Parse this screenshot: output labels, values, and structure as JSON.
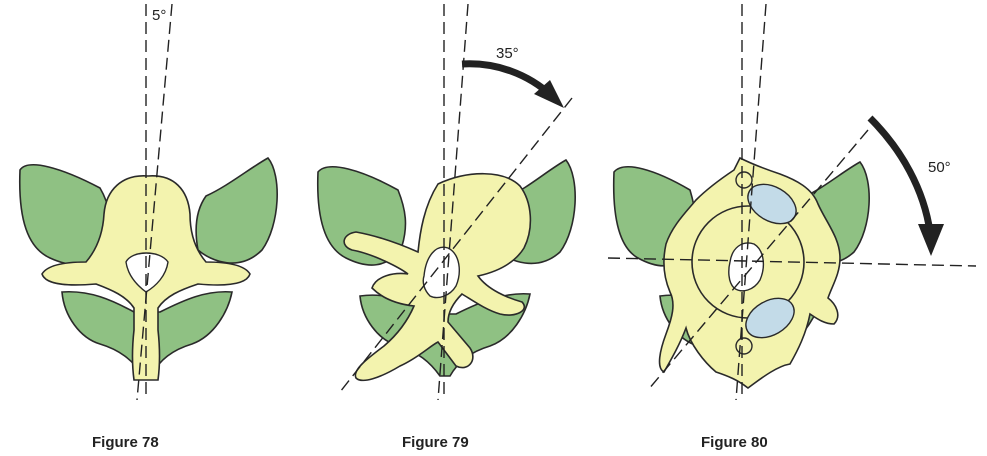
{
  "figures": [
    {
      "caption": "Figure 78",
      "angle_label": "5°",
      "rotation_deg": 5
    },
    {
      "caption": "Figure 79",
      "angle_label": "35°",
      "rotation_deg": 35
    },
    {
      "caption": "Figure 80",
      "angle_label": "50°",
      "rotation_deg": 50
    }
  ],
  "colors": {
    "wing_green": "#8fc183",
    "wing_green_dark": "#7aaa72",
    "body_yellow": "#f3f3ae",
    "body_yellow_edge": "#e6e68a",
    "blue_facet": "#c3dbe8"
  }
}
